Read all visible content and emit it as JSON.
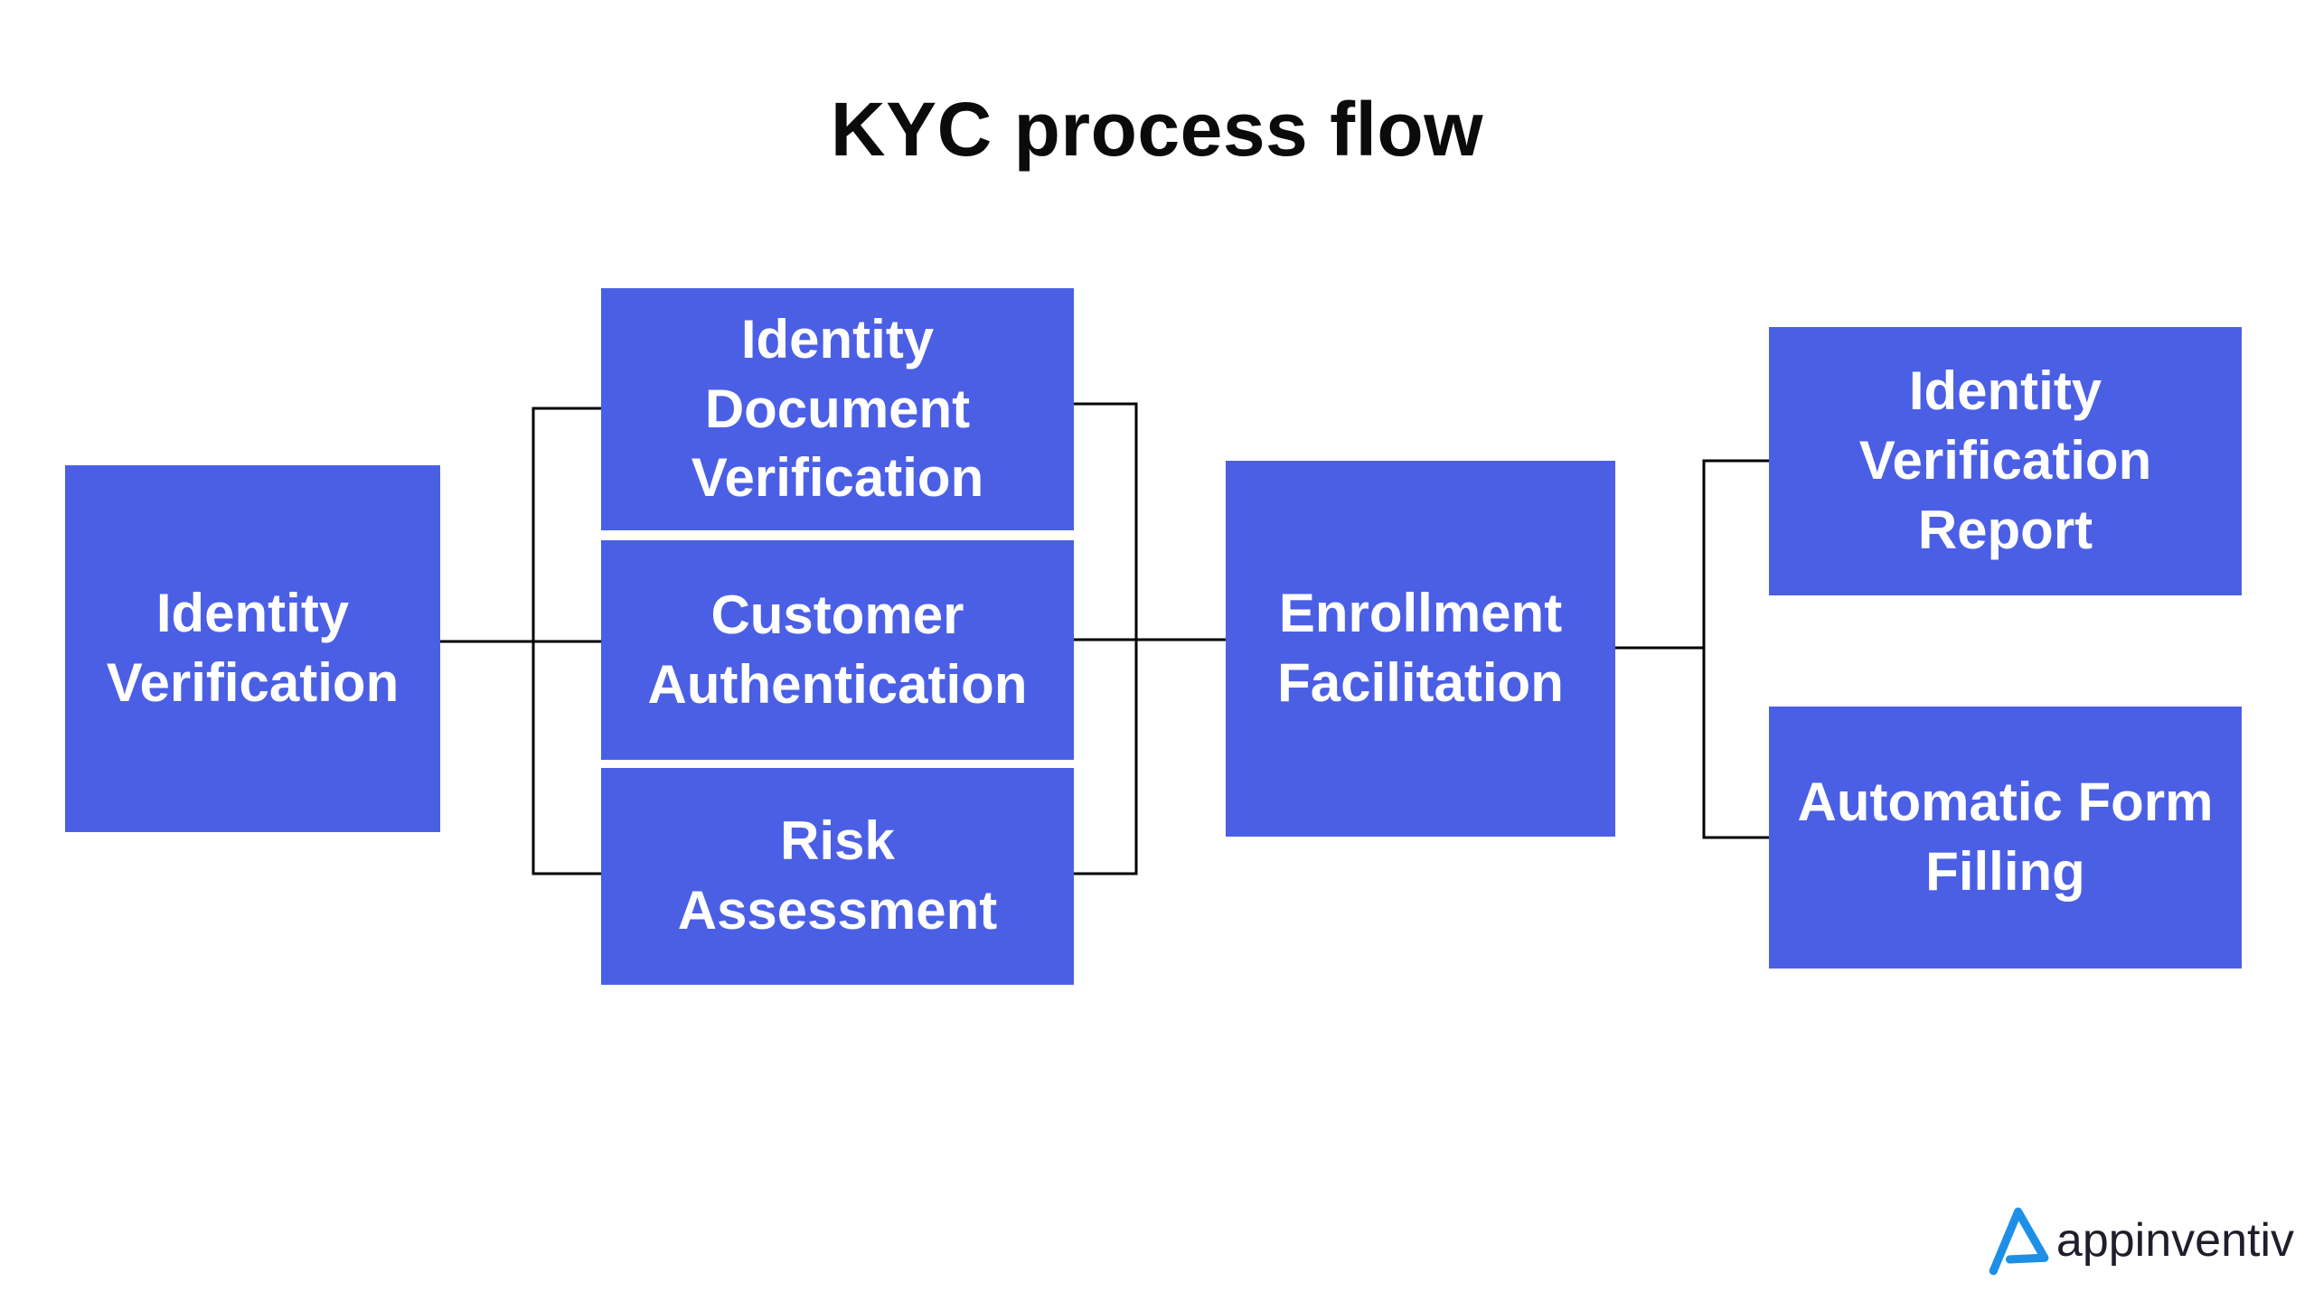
{
  "title": "KYC process flow",
  "nodes": {
    "identity_verification": "Identity\nVerification",
    "identity_document_verification": "Identity\nDocument\nVerification",
    "customer_authentication": "Customer\nAuthentication",
    "risk_assessment": "Risk\nAssessment",
    "enrollment_facilitation": "Enrollment\nFacilitation",
    "identity_verification_report": "Identity\nVerification\nReport",
    "automatic_form_filling": "Automatic Form\nFilling"
  },
  "brand": {
    "name": "appinventiv",
    "logo_icon": "appinventiv-a-logo-icon",
    "accent_color": "#1e8fe6"
  },
  "colors": {
    "box": "#4b5fe5",
    "box_text": "#ffffff",
    "connector": "#000000",
    "title": "#0b0b0b"
  }
}
